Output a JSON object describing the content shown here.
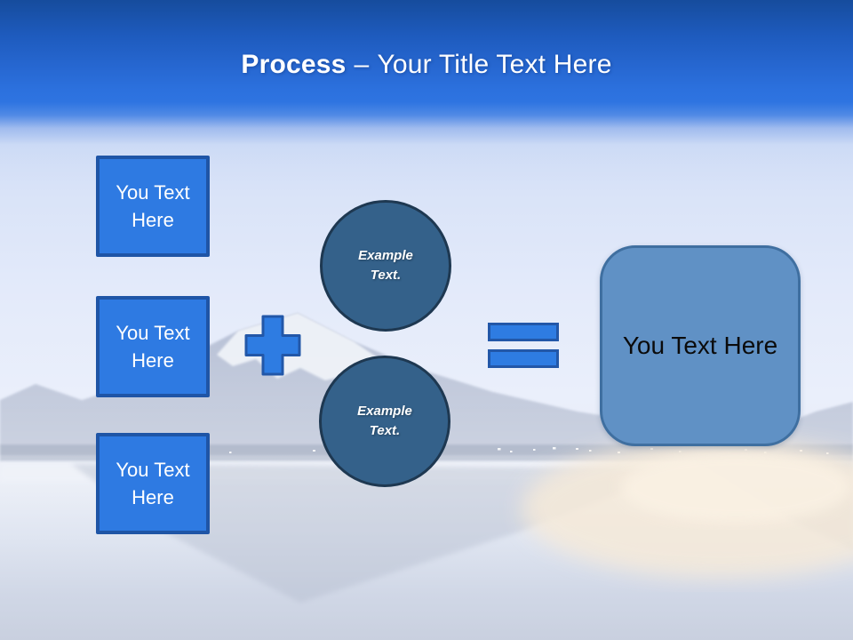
{
  "slide": {
    "title": {
      "emphasis": "Process",
      "separator": "–",
      "rest": "Your Title Text Here"
    },
    "left_boxes": [
      {
        "label": "You Text Here"
      },
      {
        "label": "You Text Here"
      },
      {
        "label": "You Text Here"
      }
    ],
    "operators": {
      "plus": "plus-icon",
      "equals": "equals-icon"
    },
    "circles": [
      {
        "label": "Example Text."
      },
      {
        "label": "Example Text."
      }
    ],
    "result_box": {
      "label": "You Text Here"
    },
    "background": "Mount Fuji over a lake with reflection",
    "colors": {
      "header_blue_top": "#164C9D",
      "header_blue_bottom": "#2E74E1",
      "shape_blue_fill": "#2E7AE2",
      "shape_blue_border": "#1F55A6",
      "circle_fill": "#34618A",
      "circle_border": "#1E3851",
      "result_fill": "#6091C5",
      "result_border": "#3F6FA0",
      "title_text": "#FFFFFF",
      "result_text": "#0B0B0B"
    }
  }
}
